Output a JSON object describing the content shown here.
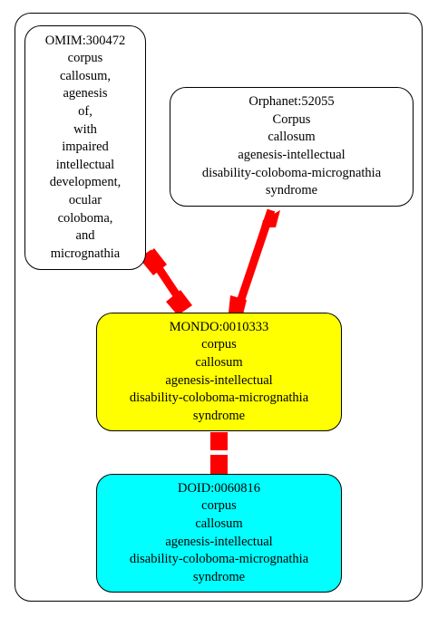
{
  "nodes": {
    "omim": {
      "lines": [
        "OMIM:300472",
        "corpus",
        "callosum,",
        "agenesis",
        "of,",
        "with",
        "impaired",
        "intellectual",
        "development,",
        "ocular",
        "coloboma,",
        "and",
        "micrognathia"
      ],
      "fill": "#ffffff"
    },
    "orphanet": {
      "lines": [
        "Orphanet:52055",
        "Corpus",
        "callosum",
        "agenesis-intellectual",
        "disability-coloboma-micrognathia",
        "syndrome"
      ],
      "fill": "#ffffff"
    },
    "mondo": {
      "lines": [
        "MONDO:0010333",
        "corpus",
        "callosum",
        "agenesis-intellectual",
        "disability-coloboma-micrognathia",
        "syndrome"
      ],
      "fill": "#ffff00"
    },
    "doid": {
      "lines": [
        "DOID:0060816",
        "corpus",
        "callosum",
        "agenesis-intellectual",
        "disability-coloboma-micrognathia",
        "syndrome"
      ],
      "fill": "#00ffff"
    }
  },
  "edges": [
    {
      "from": "omim",
      "to": "mondo",
      "color": "#ff0000"
    },
    {
      "from": "orphanet",
      "to": "mondo",
      "color": "#ff0000"
    },
    {
      "from": "mondo",
      "to": "doid",
      "color": "#ff0000"
    }
  ]
}
